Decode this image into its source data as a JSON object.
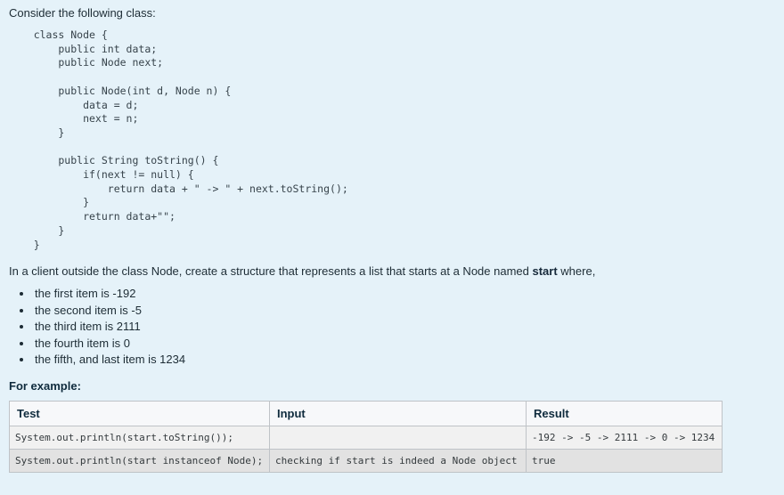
{
  "page": {
    "background_color": "#e5f2f9"
  },
  "intro": "Consider the following class:",
  "code_block": "    class Node {\n        public int data;\n        public Node next;\n\n        public Node(int d, Node n) {\n            data = d;\n            next = n;\n        }\n\n        public String toString() {\n            if(next != null) {\n                return data + \" -> \" + next.toString();\n            }\n            return data+\"\";\n        }\n    }",
  "task": {
    "prefix": "In a client outside the class Node, create a structure that represents a list that starts at a Node named ",
    "highlight": "start",
    "suffix": " where,"
  },
  "bullets": [
    "the first item is -192",
    "the second item is -5",
    "the third item is 2111",
    "the fourth item is 0",
    "the fifth, and last item is 1234"
  ],
  "example_heading": "For example:",
  "table": {
    "headers": [
      "Test",
      "Input",
      "Result"
    ],
    "rows": [
      {
        "test": "System.out.println(start.toString());",
        "input": "",
        "result": "-192 -> -5 -> 2111 -> 0 -> 1234"
      },
      {
        "test": "System.out.println(start instanceof Node);",
        "input": "checking if start is indeed a Node object",
        "result": "true"
      }
    ]
  }
}
